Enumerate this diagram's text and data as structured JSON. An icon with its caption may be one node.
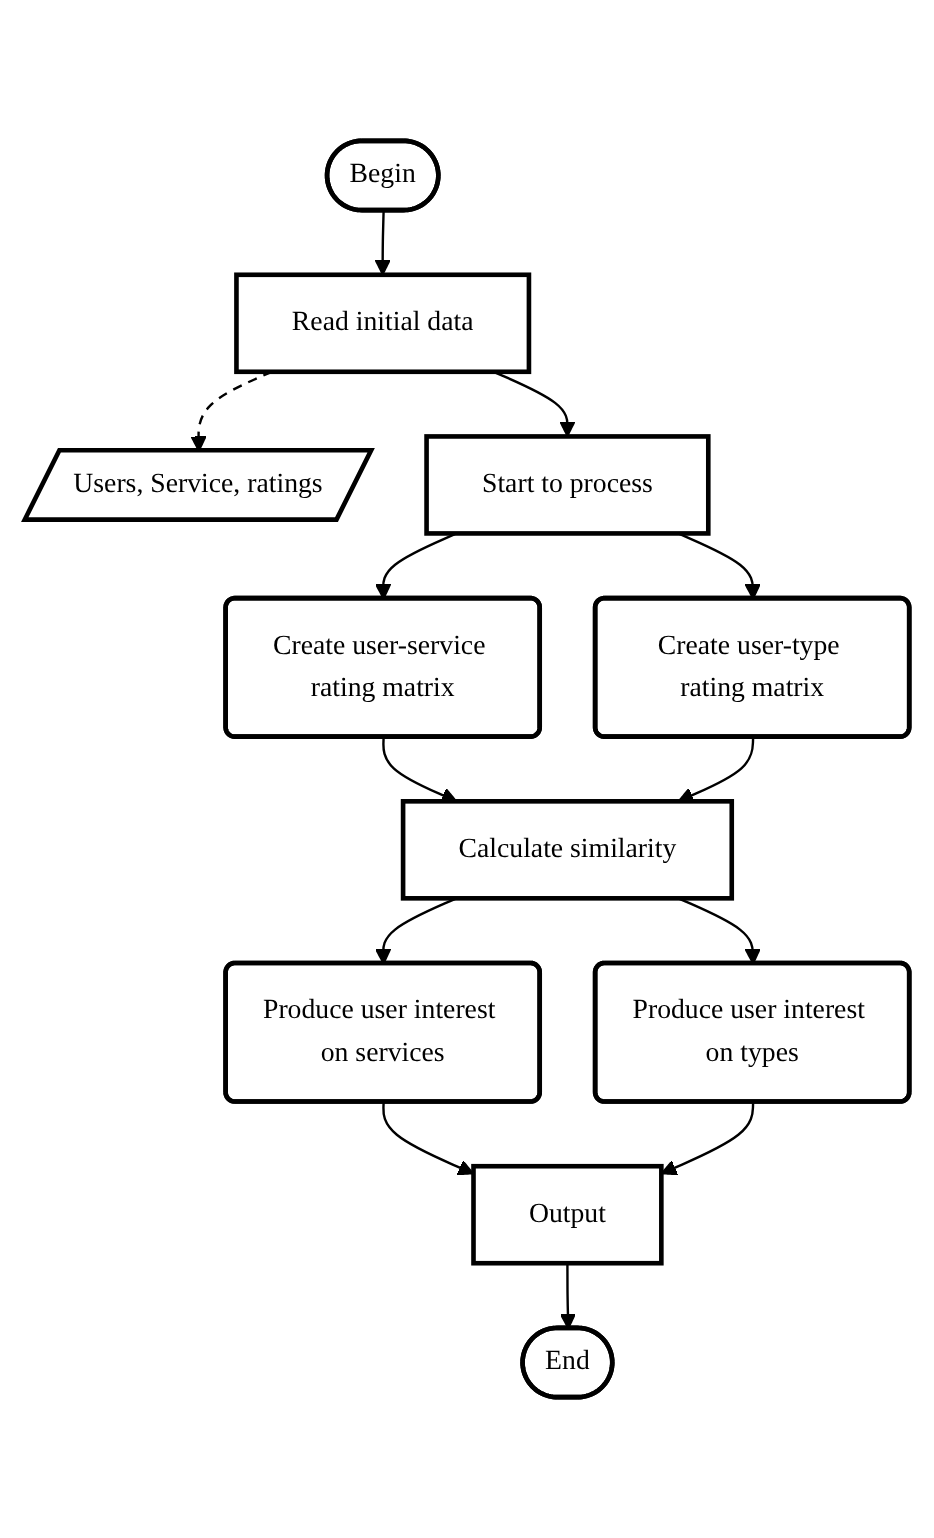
{
  "diagram": {
    "nodes": [
      {
        "text": [
          "Begin"
        ]
      },
      {
        "text": [
          "Read initial data"
        ]
      },
      {
        "text": [
          "Users, Service, ratings"
        ]
      },
      {
        "text": [
          "Start to process"
        ]
      },
      {
        "text": [
          "Create user-service rating matrix"
        ]
      },
      {
        "text": [
          "Create user-type rating matrix"
        ]
      },
      {
        "text": [
          "Calculate similarity"
        ]
      },
      {
        "text": [
          "Produce user interest on services"
        ]
      },
      {
        "text": [
          "Produce user interest on types"
        ]
      },
      {
        "text": [
          "Output"
        ]
      },
      {
        "text": [
          "End"
        ]
      }
    ],
    "edges": [
      {
        "from": 0,
        "to": 1,
        "arrow": "to"
      },
      {
        "from": 1,
        "to": 2,
        "arrow": "to",
        "style": "dashed"
      },
      {
        "from": 1,
        "to": 3,
        "arrow": "to"
      },
      {
        "from": 3,
        "to": 4,
        "arrow": "to"
      },
      {
        "from": 3,
        "to": 5,
        "arrow": "to"
      },
      {
        "from": 4,
        "to": 6,
        "arrow": "to"
      },
      {
        "from": 5,
        "to": 6,
        "arrow": "to"
      },
      {
        "from": 6,
        "to": 7,
        "arrow": "to"
      },
      {
        "from": 6,
        "to": 8,
        "arrow": "to"
      },
      {
        "from": 7,
        "to": 9,
        "arrow": "to"
      },
      {
        "from": 8,
        "to": 9,
        "arrow": "to"
      },
      {
        "from": 9,
        "to": 10,
        "arrow": "to"
      }
    ]
  }
}
